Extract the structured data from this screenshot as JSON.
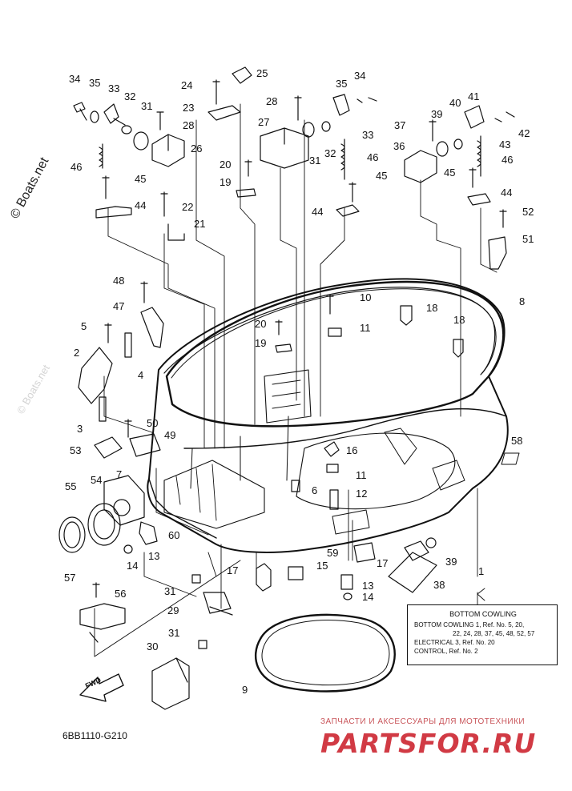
{
  "diagram_code": "6BB1110-G210",
  "fwd_label": "FWD",
  "legend": {
    "title": "BOTTOM COWLING",
    "lines": [
      "BOTTOM COWLING 1,  Ref. No. 5, 20,",
      "22, 24, 28, 37, 45, 48, 52, 57",
      "ELECTRICAL 3,  Ref. No. 20",
      "CONTROL,  Ref. No. 2"
    ]
  },
  "watermarks": {
    "side": "© Boats.net",
    "faint": "© Boats.net"
  },
  "shop": {
    "tagline": "ЗАПЧАСТИ И АКСЕССУАРЫ ДЛЯ МОТОТЕХНИКИ",
    "logo": "PARTSFOR.RU"
  },
  "callouts": [
    "34",
    "35",
    "33",
    "32",
    "31",
    "28",
    "24",
    "25",
    "23",
    "26",
    "46",
    "45",
    "44",
    "22",
    "21",
    "20",
    "19",
    "27",
    "28",
    "35",
    "34",
    "33",
    "32",
    "31",
    "46",
    "45",
    "44",
    "41",
    "40",
    "39",
    "37",
    "36",
    "42",
    "43",
    "46",
    "45",
    "44",
    "52",
    "51",
    "48",
    "47",
    "5",
    "4",
    "2",
    "3",
    "10",
    "18",
    "20",
    "11",
    "19",
    "18",
    "8",
    "50",
    "49",
    "53",
    "16",
    "58",
    "11",
    "6",
    "12",
    "7",
    "55",
    "54",
    "60",
    "13",
    "14",
    "59",
    "17",
    "39",
    "57",
    "56",
    "31",
    "29",
    "17",
    "15",
    "13",
    "14",
    "38",
    "1",
    "31",
    "30",
    "9"
  ]
}
